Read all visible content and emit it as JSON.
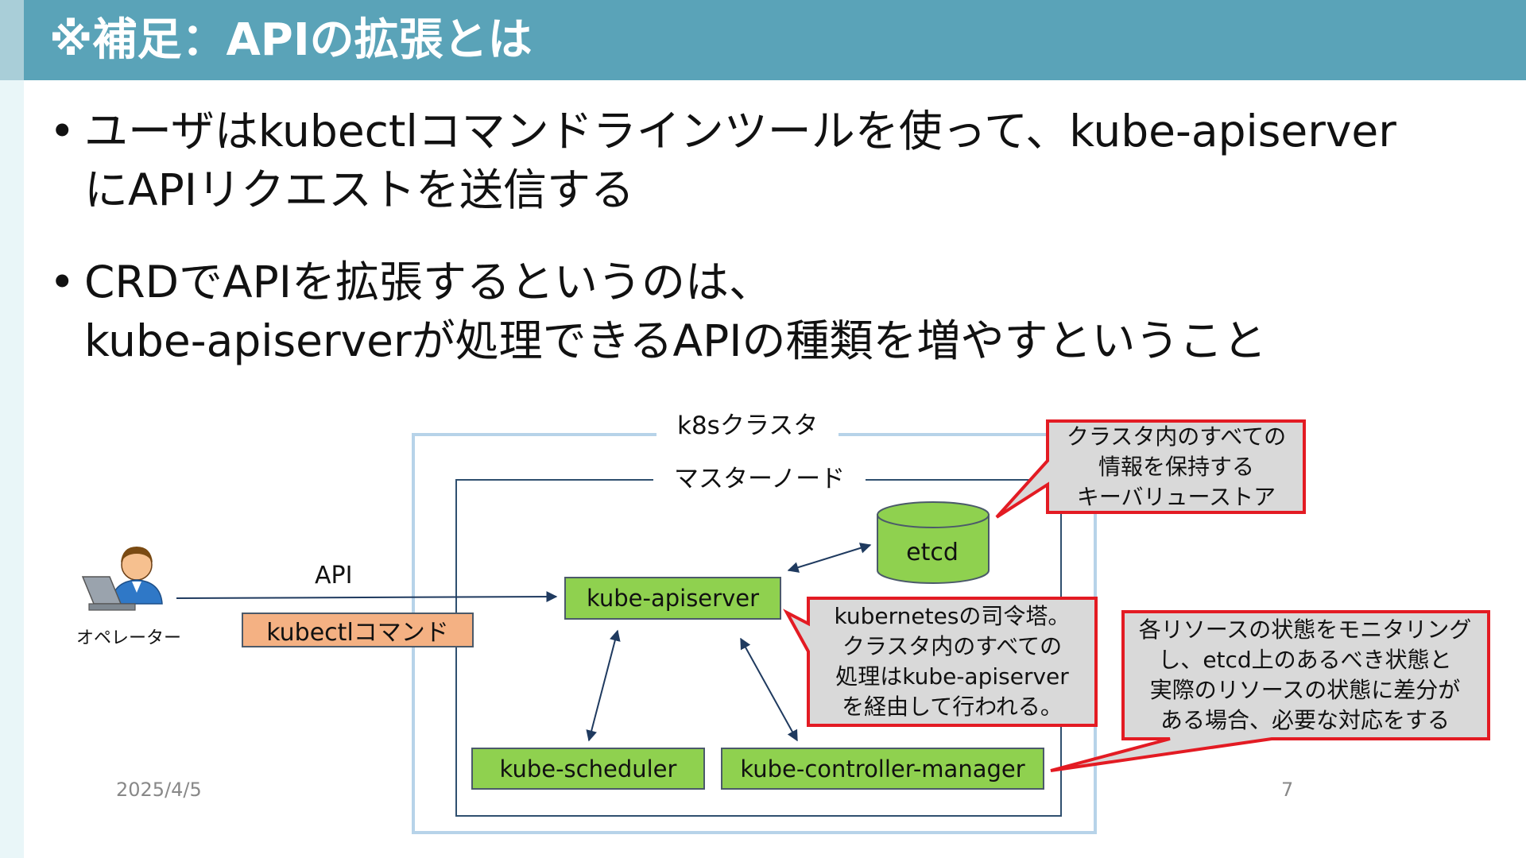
{
  "title": "※補足：APIの拡張とは",
  "bullets": [
    {
      "marker": "•",
      "lines": [
        "ユーザはkubectlコマンドラインツールを使って、kube-apiserver",
        "にAPIリクエストを送信する"
      ]
    },
    {
      "marker": "•",
      "lines": [
        "CRDでAPIを拡張するというのは、",
        "kube-apiserverが処理できるAPIの種類を増やすということ"
      ]
    }
  ],
  "diagram": {
    "cluster_label": "k8sクラスタ",
    "master_label": "マスターノード",
    "operator_label": "オペレーター",
    "api_label": "API",
    "kubectl_label": "kubectlコマンド",
    "etcd_label": "etcd",
    "apiserver_label": "kube-apiserver",
    "scheduler_label": "kube-scheduler",
    "controller_label": "kube-controller-manager",
    "callouts": {
      "etcd": [
        "クラスタ内のすべての",
        "情報を保持する",
        "キーバリューストア"
      ],
      "apiserver": [
        "kubernetesの司令塔。",
        "クラスタ内のすべての",
        "処理はkube-apiserver",
        "を経由して行われる。"
      ],
      "controller": [
        "各リソースの状態をモニタリング",
        "し、etcd上のあるべき状態と",
        "実際のリソースの状態に差分が",
        "ある場合、必要な対応をする"
      ]
    },
    "colors": {
      "component_fill": "#8fd14f",
      "kubectl_fill": "#f4b183",
      "callout_fill": "#d9d9d9",
      "callout_border": "#e31b23",
      "cluster_border": "#b7d3e9",
      "title_bar": "#5aa3b8"
    }
  },
  "footer": {
    "date": "2025/4/5",
    "page": "7"
  }
}
